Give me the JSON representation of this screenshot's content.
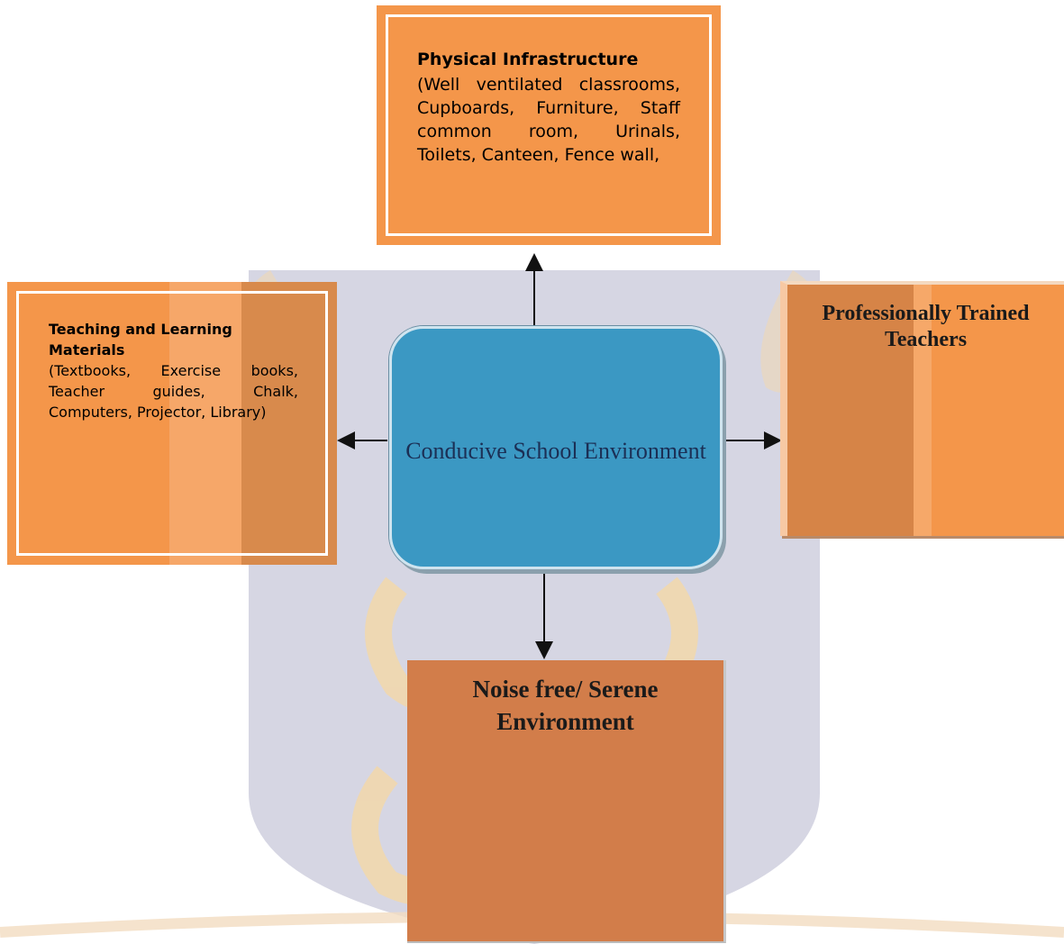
{
  "diagram": {
    "center": {
      "label": "Conducive School Environment"
    },
    "top": {
      "title": "Physical Infrastructure",
      "body": "(Well ventilated classrooms, Cupboards, Furniture, Staff common room, Urinals, Toilets, Canteen, Fence wall,"
    },
    "left": {
      "title": "Teaching and Learning Materials",
      "body": "(Textbooks, Exercise books, Teacher guides, Chalk, Computers, Projector, Library)"
    },
    "right": {
      "title": "Professionally Trained Teachers"
    },
    "bottom": {
      "title": "Noise free/ Serene Environment"
    }
  },
  "colors": {
    "orange": "#f4964a",
    "dark_orange": "#d27d4a",
    "center_blue": "#228ebe",
    "watermark_gray": "#d6d6e3",
    "watermark_gold": "#f6d8a3"
  }
}
